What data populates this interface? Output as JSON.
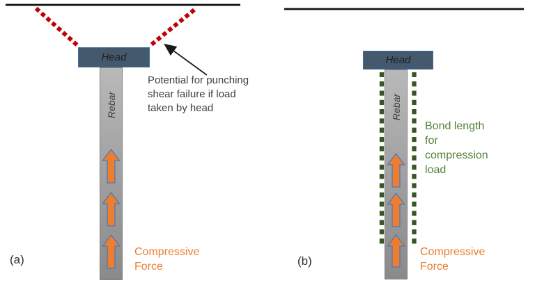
{
  "figure": {
    "panel_a": {
      "caption": "(a)",
      "head_label": "Head",
      "rebar_label": "Rebar",
      "annotation_lines": [
        "Potential for punching",
        "shear failure if load",
        "taken by head"
      ],
      "force_label_lines": [
        "Compressive",
        "Force"
      ]
    },
    "panel_b": {
      "caption": "(b)",
      "head_label": "Head",
      "rebar_label": "Rebar",
      "bond_label_lines": [
        "Bond length",
        "for",
        "compression",
        "load"
      ],
      "force_label_lines": [
        "Compressive",
        "Force"
      ]
    },
    "colors": {
      "head_fill": "#44586E",
      "head_border": "#41719C",
      "rebar_fill_top": "#B9B9B9",
      "rebar_fill_bottom": "#8A8A8A",
      "rebar_border": "#7F7F7F",
      "arrow_fill": "#ED7D31",
      "arrow_outline": "#4E7AB5",
      "punching_shear_dots": "#C00000",
      "bond_dots": "#375623",
      "bond_text": "#538135",
      "force_text": "#ED7D31",
      "annotation_text": "#3F3F3F",
      "annotation_arrow": "#1A1A1A",
      "surface_line": "#111111"
    }
  }
}
